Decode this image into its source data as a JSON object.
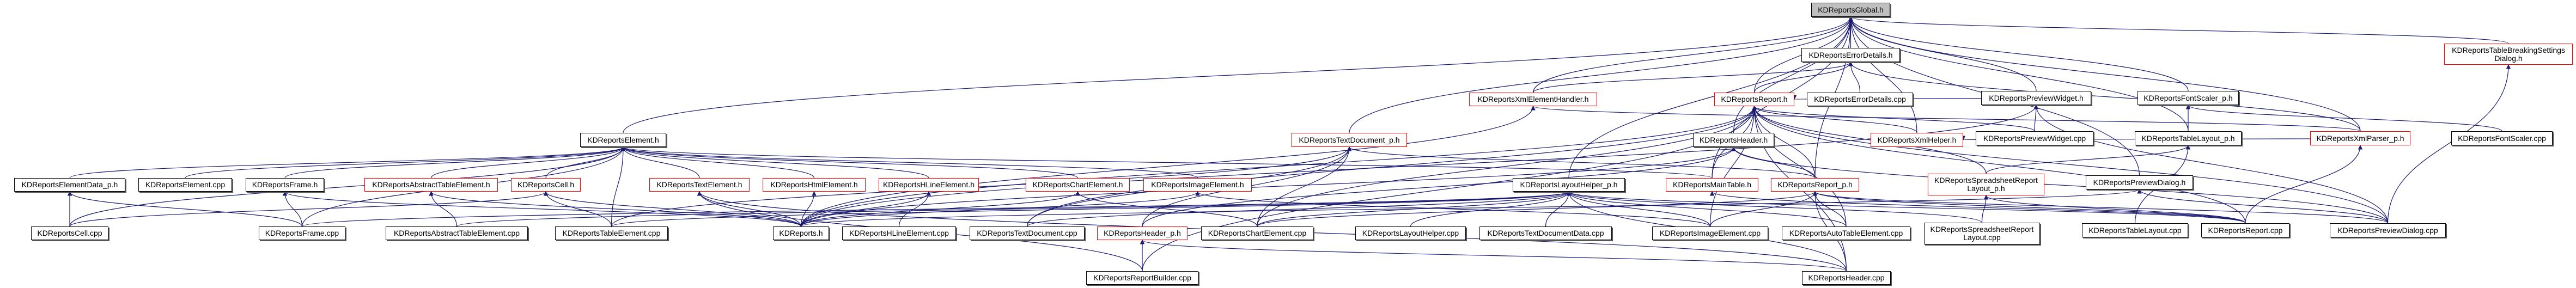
{
  "title": "KDReportsGlobal.h include dependency graph",
  "colors": {
    "edge": "#191970",
    "incomplete_border": "#ff0000",
    "root_fill": "#bfbfbf"
  },
  "nodes": [
    {
      "id": "global",
      "label": "KDReportsGlobal.h",
      "kind": "root"
    },
    {
      "id": "errh",
      "label": "KDReportsErrorDetails.h",
      "kind": "normal"
    },
    {
      "id": "xmlhandler",
      "label": "KDReportsXmlElementHandler.h",
      "kind": "incomplete"
    },
    {
      "id": "reporth",
      "label": "KDReportsReport.h",
      "kind": "incomplete"
    },
    {
      "id": "errcpp",
      "label": "KDReportsErrorDetails.cpp",
      "kind": "normal"
    },
    {
      "id": "pwh",
      "label": "KDReportsPreviewWidget.h",
      "kind": "normal"
    },
    {
      "id": "fsph",
      "label": "KDReportsFontScaler_p.h",
      "kind": "normal"
    },
    {
      "id": "tbsd",
      "label": "KDReportsTableBreakingSettings\nDialog.h",
      "kind": "incomplete"
    },
    {
      "id": "elementh",
      "label": "KDReportsElement.h",
      "kind": "normal"
    },
    {
      "id": "tdph",
      "label": "KDReportsTextDocument_p.h",
      "kind": "incomplete"
    },
    {
      "id": "headerh",
      "label": "KDReportsHeader.h",
      "kind": "normal"
    },
    {
      "id": "xmlhelper",
      "label": "KDReportsXmlHelper.h",
      "kind": "incomplete"
    },
    {
      "id": "pwcpp",
      "label": "KDReportsPreviewWidget.cpp",
      "kind": "normal"
    },
    {
      "id": "tlph",
      "label": "KDReportsTableLayout_p.h",
      "kind": "normal"
    },
    {
      "id": "xpph",
      "label": "KDReportsXmlParser_p.h",
      "kind": "incomplete"
    },
    {
      "id": "fscpp",
      "label": "KDReportsFontScaler.cpp",
      "kind": "normal"
    },
    {
      "id": "edph",
      "label": "KDReportsElementData_p.h",
      "kind": "normal"
    },
    {
      "id": "elcpp",
      "label": "KDReportsElement.cpp",
      "kind": "normal"
    },
    {
      "id": "frameh",
      "label": "KDReportsFrame.h",
      "kind": "normal"
    },
    {
      "id": "ateh",
      "label": "KDReportsAbstractTableElement.h",
      "kind": "incomplete"
    },
    {
      "id": "cellh",
      "label": "KDReportsCell.h",
      "kind": "incomplete"
    },
    {
      "id": "texth",
      "label": "KDReportsTextElement.h",
      "kind": "incomplete"
    },
    {
      "id": "htmlh",
      "label": "KDReportsHtmlElement.h",
      "kind": "incomplete"
    },
    {
      "id": "hlineh",
      "label": "KDReportsHLineElement.h",
      "kind": "incomplete"
    },
    {
      "id": "charth",
      "label": "KDReportsChartElement.h",
      "kind": "incomplete"
    },
    {
      "id": "imageh",
      "label": "KDReportsImageElement.h",
      "kind": "incomplete"
    },
    {
      "id": "lhph",
      "label": "KDReportsLayoutHelper_p.h",
      "kind": "normal"
    },
    {
      "id": "mainth",
      "label": "KDReportsMainTable.h",
      "kind": "incomplete"
    },
    {
      "id": "rph",
      "label": "KDReportsReport_p.h",
      "kind": "incomplete"
    },
    {
      "id": "ssrlph",
      "label": "KDReportsSpreadsheetReport\nLayout_p.h",
      "kind": "incomplete"
    },
    {
      "id": "pdh",
      "label": "KDReportsPreviewDialog.h",
      "kind": "normal"
    },
    {
      "id": "cellcpp",
      "label": "KDReportsCell.cpp",
      "kind": "normal"
    },
    {
      "id": "framecpp",
      "label": "KDReportsFrame.cpp",
      "kind": "normal"
    },
    {
      "id": "atecpp",
      "label": "KDReportsAbstractTableElement.cpp",
      "kind": "normal"
    },
    {
      "id": "tecpp",
      "label": "KDReportsTableElement.cpp",
      "kind": "normal"
    },
    {
      "id": "kdr",
      "label": "KDReports.h",
      "kind": "normal"
    },
    {
      "id": "hlinecpp",
      "label": "KDReportsHLineElement.cpp",
      "kind": "normal"
    },
    {
      "id": "tdcpp",
      "label": "KDReportsTextDocument.cpp",
      "kind": "normal"
    },
    {
      "id": "hph",
      "label": "KDReportsHeader_p.h",
      "kind": "incomplete"
    },
    {
      "id": "chartcpp",
      "label": "KDReportsChartElement.cpp",
      "kind": "normal"
    },
    {
      "id": "lhcpp",
      "label": "KDReportsLayoutHelper.cpp",
      "kind": "normal"
    },
    {
      "id": "tddcpp",
      "label": "KDReportsTextDocumentData.cpp",
      "kind": "normal"
    },
    {
      "id": "imagecpp",
      "label": "KDReportsImageElement.cpp",
      "kind": "normal"
    },
    {
      "id": "autocpp",
      "label": "KDReportsAutoTableElement.cpp",
      "kind": "normal"
    },
    {
      "id": "ssrlcpp",
      "label": "KDReportsSpreadsheetReport\nLayout.cpp",
      "kind": "normal"
    },
    {
      "id": "tlcpp",
      "label": "KDReportsTableLayout.cpp",
      "kind": "normal"
    },
    {
      "id": "reportcpp",
      "label": "KDReportsReport.cpp",
      "kind": "normal"
    },
    {
      "id": "pdcpp",
      "label": "KDReportsPreviewDialog.cpp",
      "kind": "normal"
    },
    {
      "id": "rbcpp",
      "label": "KDReportsReportBuilder.cpp",
      "kind": "normal"
    },
    {
      "id": "headercpp",
      "label": "KDReportsHeader.cpp",
      "kind": "normal"
    }
  ],
  "edges": [
    [
      "elementh",
      "global"
    ],
    [
      "errh",
      "global"
    ],
    [
      "xmlhandler",
      "global"
    ],
    [
      "reporth",
      "global"
    ],
    [
      "tdph",
      "global"
    ],
    [
      "lhph",
      "global"
    ],
    [
      "headerh",
      "global"
    ],
    [
      "xmlhelper",
      "global"
    ],
    [
      "pwh",
      "global"
    ],
    [
      "fsph",
      "global"
    ],
    [
      "xpph",
      "global"
    ],
    [
      "pdh",
      "global"
    ],
    [
      "tbsd",
      "global"
    ],
    [
      "tlph",
      "global"
    ],
    [
      "mainth",
      "global"
    ],
    [
      "rph",
      "global"
    ],
    [
      "xmlhandler",
      "errh"
    ],
    [
      "reporth",
      "errh"
    ],
    [
      "errcpp",
      "errh"
    ],
    [
      "xpph",
      "errh"
    ],
    [
      "kdr",
      "reporth"
    ],
    [
      "rph",
      "reporth"
    ],
    [
      "mainth",
      "reporth"
    ],
    [
      "xmlhelper",
      "reporth"
    ],
    [
      "pwh",
      "reporth"
    ],
    [
      "reportcpp",
      "reporth"
    ],
    [
      "pdcpp",
      "reporth"
    ],
    [
      "chartcpp",
      "reporth"
    ],
    [
      "imagecpp",
      "reporth"
    ],
    [
      "tdcpp",
      "reporth"
    ],
    [
      "rbcpp",
      "reporth"
    ],
    [
      "headercpp",
      "reporth"
    ],
    [
      "pwcpp",
      "reporth"
    ],
    [
      "autocpp",
      "reporth"
    ],
    [
      "ssrlph",
      "reporth"
    ],
    [
      "kdr",
      "xmlhandler"
    ],
    [
      "xpph",
      "xmlhandler"
    ],
    [
      "edph",
      "elementh"
    ],
    [
      "elcpp",
      "elementh"
    ],
    [
      "frameh",
      "elementh"
    ],
    [
      "ateh",
      "elementh"
    ],
    [
      "cellh",
      "elementh"
    ],
    [
      "texth",
      "elementh"
    ],
    [
      "htmlh",
      "elementh"
    ],
    [
      "hlineh",
      "elementh"
    ],
    [
      "charth",
      "elementh"
    ],
    [
      "imageh",
      "elementh"
    ],
    [
      "cellcpp",
      "elementh"
    ],
    [
      "framecpp",
      "elementh"
    ],
    [
      "mainth",
      "elementh"
    ],
    [
      "tecpp",
      "elementh"
    ],
    [
      "cellcpp",
      "edph"
    ],
    [
      "framecpp",
      "edph"
    ],
    [
      "framecpp",
      "frameh"
    ],
    [
      "kdr",
      "frameh"
    ],
    [
      "atecpp",
      "ateh"
    ],
    [
      "kdr",
      "ateh"
    ],
    [
      "tecpp",
      "cellh"
    ],
    [
      "kdr",
      "cellh"
    ],
    [
      "cellcpp",
      "cellh"
    ],
    [
      "kdr",
      "texth"
    ],
    [
      "rbcpp",
      "texth"
    ],
    [
      "headercpp",
      "texth"
    ],
    [
      "kdr",
      "htmlh"
    ],
    [
      "kdr",
      "hlineh"
    ],
    [
      "hlinecpp",
      "hlineh"
    ],
    [
      "kdr",
      "charth"
    ],
    [
      "chartcpp",
      "charth"
    ],
    [
      "kdr",
      "imageh"
    ],
    [
      "imagecpp",
      "imageh"
    ],
    [
      "tecpp",
      "tdph"
    ],
    [
      "tdcpp",
      "tdph"
    ],
    [
      "hph",
      "tdph"
    ],
    [
      "chartcpp",
      "tdph"
    ],
    [
      "rph",
      "tdph"
    ],
    [
      "rbcpp",
      "hph"
    ],
    [
      "headercpp",
      "hph"
    ],
    [
      "lhcpp",
      "lhph"
    ],
    [
      "tddcpp",
      "lhph"
    ],
    [
      "imagecpp",
      "lhph"
    ],
    [
      "headercpp",
      "lhph"
    ],
    [
      "atecpp",
      "lhph"
    ],
    [
      "tecpp",
      "lhph"
    ],
    [
      "framecpp",
      "lhph"
    ],
    [
      "chartcpp",
      "lhph"
    ],
    [
      "autocpp",
      "lhph"
    ],
    [
      "reportcpp",
      "lhph"
    ],
    [
      "ssrlcpp",
      "lhph"
    ],
    [
      "tdcpp",
      "lhph"
    ],
    [
      "rph",
      "headerh"
    ],
    [
      "kdr",
      "headerh"
    ],
    [
      "hph",
      "headerh"
    ],
    [
      "pdcpp",
      "headerh"
    ],
    [
      "reportcpp",
      "mainth"
    ],
    [
      "imagecpp",
      "rph"
    ],
    [
      "autocpp",
      "rph"
    ],
    [
      "reportcpp",
      "rph"
    ],
    [
      "pdcpp",
      "rph"
    ],
    [
      "headercpp",
      "rph"
    ],
    [
      "chartcpp",
      "rph"
    ],
    [
      "ssrlcpp",
      "ssrlph"
    ],
    [
      "reportcpp",
      "ssrlph"
    ],
    [
      "pdcpp",
      "pdh"
    ],
    [
      "kdr",
      "pdh"
    ],
    [
      "pwcpp",
      "pwh"
    ],
    [
      "pdcpp",
      "pwh"
    ],
    [
      "kdr",
      "pwh"
    ],
    [
      "tlph",
      "fsph"
    ],
    [
      "fscpp",
      "fsph"
    ],
    [
      "ssrlph",
      "tlph"
    ],
    [
      "tlcpp",
      "tlph"
    ],
    [
      "reportcpp",
      "xpph"
    ],
    [
      "xpph",
      "xmlhelper"
    ],
    [
      "pdcpp",
      "tbsd"
    ]
  ]
}
